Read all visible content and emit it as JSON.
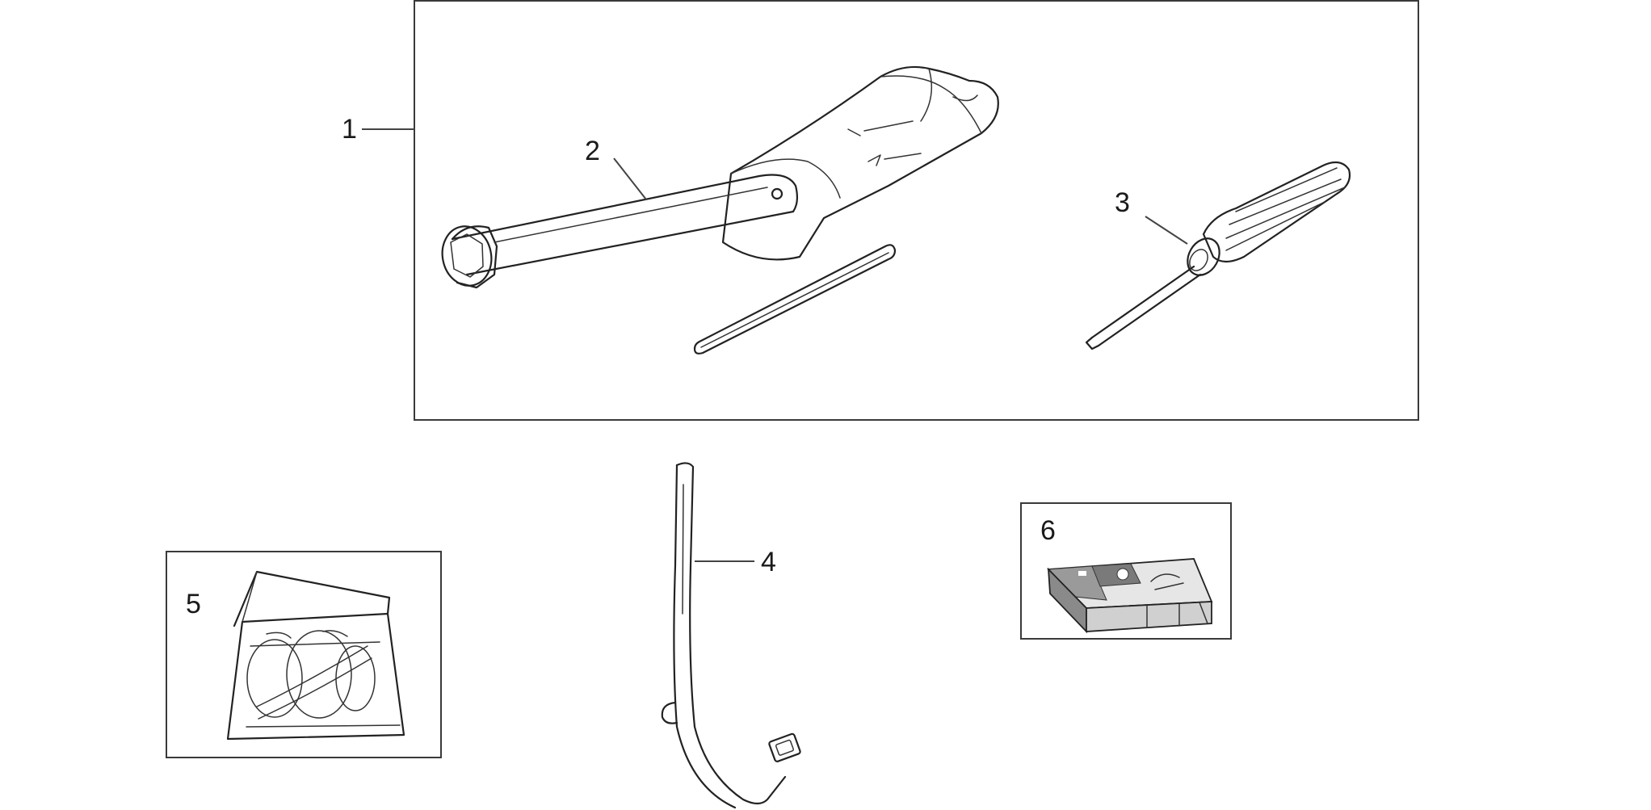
{
  "callouts": {
    "toolkit": "1",
    "box_wrench": "2",
    "screwdriver": "3",
    "strap": "4",
    "bag": "5",
    "manual": "6"
  },
  "colors": {
    "line": "#222222",
    "frame": "#3a3a3a",
    "background": "#ffffff",
    "book_cover": "#d8d8d8",
    "book_dark": "#8a8a8a"
  },
  "icons": {
    "wrench": "box-wrench-icon",
    "pouch": "tool-pouch-icon",
    "rod": "tommy-bar-icon",
    "screwdriver": "screwdriver-icon",
    "strap": "rubber-strap-icon",
    "bag": "document-bag-icon",
    "manual": "owner-manual-icon"
  }
}
